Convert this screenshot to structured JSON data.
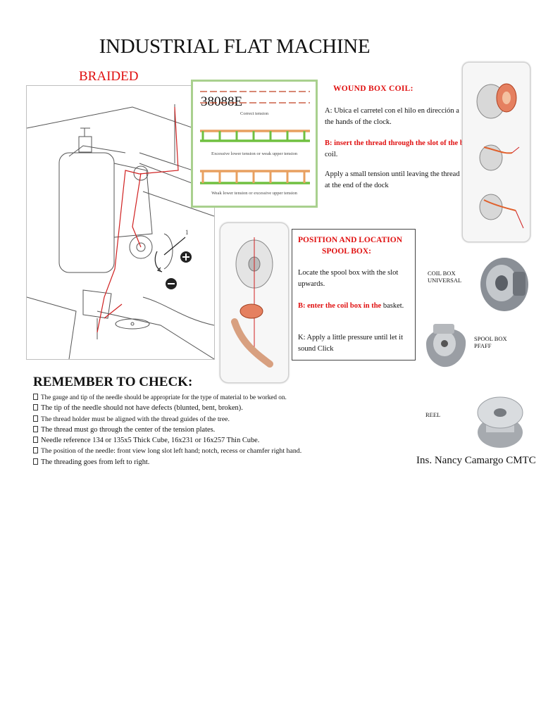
{
  "title": "INDUSTRIAL FLAT MACHINE",
  "braided_label": "BRAIDED",
  "tension_card": {
    "code": "38088E",
    "captions": [
      "Correct tension",
      "Excessive lower tension or weak upper tension",
      "Weak lower tension or excessive upper tension"
    ]
  },
  "wound_box_coil": {
    "title": "WOUND BOX COIL:",
    "step_a": "A: Ubica el carretel con el hilo en dirección a the hands of the clock.",
    "step_b_red": "B: insert the thread through the slot of the box",
    "step_b_rest": " coil.",
    "apply": "Apply a small tension until leaving the thread at the end of the dock"
  },
  "position_box": {
    "title_line1": "POSITION AND LOCATION",
    "title_line2": "SPOOL BOX:",
    "locate": "Locate the spool box with the slot upwards.",
    "step_b_red": "B: enter the coil box in the",
    "step_b_rest": " basket.",
    "step_k": "K: Apply a little pressure until let it sound Click"
  },
  "parts": {
    "coil_box": [
      "COIL BOX",
      "UNIVERSAL"
    ],
    "spool_box": [
      "SPOOL BOX",
      "PFAFF"
    ],
    "reel": "REEL"
  },
  "signature": "Ins. Nancy Camargo CMTC",
  "remember": {
    "title": "REMEMBER TO CHECK:",
    "items": [
      "The gauge and tip of the needle should be appropriate for the type of material to be worked on.",
      "The tip of the needle should not have defects (blunted, bent, broken).",
      "The thread holder must be aligned with the thread guides of the tree.",
      "The thread must go through the center of the tension plates.",
      "Needle reference 134 or 135x5 Thick Cube, 16x231 or 16x257 Thin Cube.",
      "The position of the needle: front view long slot left hand; notch, recess or chamfer right hand.",
      "The threading goes from left to right."
    ]
  },
  "colors": {
    "accent_red": "#e01010",
    "card_green": "#a9d08e",
    "thread_orange": "#e8a060",
    "thread_green": "#70c040"
  },
  "icons": {
    "plus": "plus-circle-icon",
    "minus": "minus-circle-icon"
  }
}
